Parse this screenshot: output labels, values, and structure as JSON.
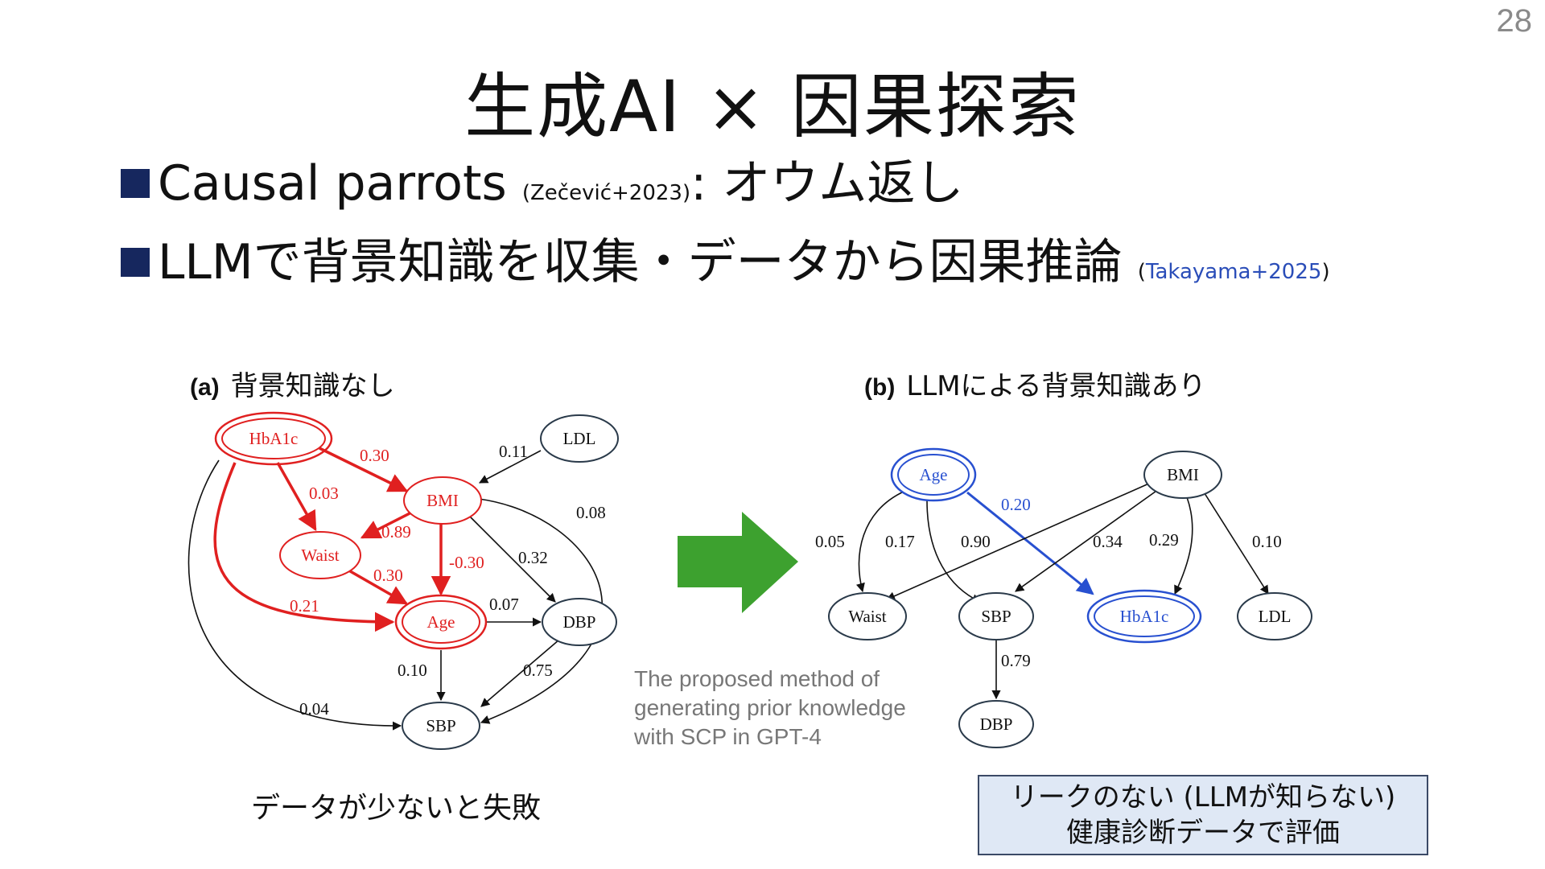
{
  "page_number": "28",
  "title": "生成AI × 因果探索",
  "bullets": [
    {
      "text": "Causal parrots ",
      "cite": "(Zečević+2023)",
      "tail": ": オウム返し"
    },
    {
      "text": "LLMで背景知識を収集・データから因果推論 ",
      "cite_open": "(",
      "cite": "Takayama+2025",
      "cite_close": ")"
    }
  ],
  "panel_a": {
    "tag": "(a)",
    "label": "背景知識なし",
    "nodes": {
      "hba1c": "HbA1c",
      "ldl": "LDL",
      "bmi": "BMI",
      "waist": "Waist",
      "age": "Age",
      "dbp": "DBP",
      "sbp": "SBP"
    },
    "edges": {
      "hba1c_bmi": "0.30",
      "ldl_bmi": "0.11",
      "hba1c_waist": "0.03",
      "bmi_sbp": "0.08",
      "bmi_waist": "0.89",
      "bmi_age": "-0.30",
      "bmi_dbp": "0.32",
      "waist_age": "0.30",
      "hba1c_age": "0.21",
      "age_dbp": "0.07",
      "age_sbp": "0.10",
      "dbp_sbp": "0.75",
      "hba1c_sbp": "0.04"
    }
  },
  "panel_b": {
    "tag": "(b)",
    "label": "LLMによる背景知識あり",
    "nodes": {
      "age": "Age",
      "bmi": "BMI",
      "waist": "Waist",
      "sbp": "SBP",
      "hba1c": "HbA1c",
      "ldl": "LDL",
      "dbp": "DBP"
    },
    "edges": {
      "age_hba1c": "0.20",
      "age_waist": "0.05",
      "age_sbp": "0.17",
      "bmi_waist": "0.90",
      "bmi_sbp": "0.34",
      "bmi_hba1c": "0.29",
      "bmi_ldl": "0.10",
      "sbp_dbp": "0.79"
    }
  },
  "method_note": [
    "The proposed method of",
    "generating prior knowledge",
    "with SCP in GPT-4"
  ],
  "caption_left": "データが少ないと失敗",
  "note_box": [
    "リークのない (LLMが知らない)",
    "健康診断データで評価"
  ],
  "colors": {
    "red": "#e02020",
    "blue": "#2850d0",
    "dark": "#2a3a4a",
    "bullet_marker": "#16275e",
    "green_arrow": "#3da12f",
    "box_fill": "#dfe8f5"
  }
}
